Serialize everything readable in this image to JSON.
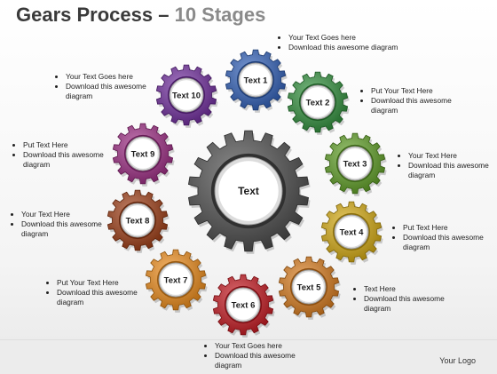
{
  "title": {
    "main": "Gears Process – ",
    "accent": "10 Stages"
  },
  "center_label": "Text",
  "gears": [
    {
      "label": "Text 1",
      "color": "#2f5fb8"
    },
    {
      "label": "Text 2",
      "color": "#2f8f3a"
    },
    {
      "label": "Text 3",
      "color": "#5e9e24"
    },
    {
      "label": "Text 4",
      "color": "#d4a90f"
    },
    {
      "label": "Text 5",
      "color": "#d7791a"
    },
    {
      "label": "Text 6",
      "color": "#c4161e"
    },
    {
      "label": "Text 7",
      "color": "#ec8a18"
    },
    {
      "label": "Text 8",
      "color": "#9c3a12"
    },
    {
      "label": "Text 9",
      "color": "#9c2a82"
    },
    {
      "label": "Text 10",
      "color": "#6e2a9c"
    }
  ],
  "center_color": "#4a4a4a",
  "notes": [
    {
      "lines": [
        "Your Text Goes here",
        "Download this awesome diagram"
      ]
    },
    {
      "lines": [
        "Put Your Text Here",
        "Download this awesome diagram"
      ]
    },
    {
      "lines": [
        "Your Text Here",
        "Download this awesome diagram"
      ]
    },
    {
      "lines": [
        "Put Text Here",
        "Download this awesome diagram"
      ]
    },
    {
      "lines": [
        "Text Here",
        "Download this awesome diagram"
      ]
    },
    {
      "lines": [
        "Your Text Goes here",
        "Download this awesome diagram"
      ]
    },
    {
      "lines": [
        "Put Your Text Here",
        "Download this awesome diagram"
      ]
    },
    {
      "lines": [
        "Your Text Here",
        "Download this awesome diagram"
      ]
    },
    {
      "lines": [
        "Put Text Here",
        "Download this awesome diagram"
      ]
    },
    {
      "lines": [
        "Your Text Goes here",
        "Download this awesome diagram"
      ]
    }
  ],
  "logo": "Your Logo"
}
